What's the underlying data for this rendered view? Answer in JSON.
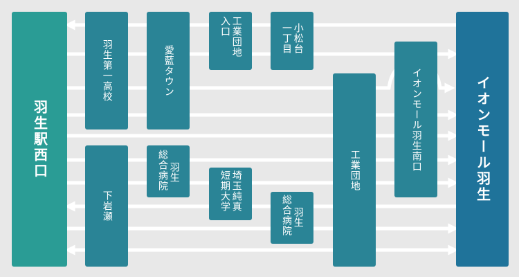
{
  "stops": {
    "hamura_station_west": "羽生駅西口",
    "aeon_mall_hanyu": "イオンモール羽生",
    "hanyu_daiichi_koko": "羽生第一高校",
    "aiai_town": "愛藍タウン",
    "kogyo_danchi_iriguchi_a": "工業団地",
    "kogyo_danchi_iriguchi_b": "入口",
    "komatsudai_a": "小松台",
    "komatsudai_b": "一丁目",
    "shimoiwase": "下岩瀬",
    "sogo_byoin_1_a": "羽生",
    "sogo_byoin_1_b": "総合病院",
    "saitama_junshin_a": "埼玉純真",
    "saitama_junshin_b": "短期大学",
    "sogo_byoin_2_a": "羽生",
    "sogo_byoin_2_b": "総合病院",
    "kogyo_danchi": "工業団地",
    "aeon_mall_south": "イオンモール羽生南口"
  },
  "colors": {
    "terminal_left": "#2a9c95",
    "stop": "#2a8496",
    "terminal_right": "#1f739a",
    "route_line": "#ffffff",
    "background": "#e8e8e8"
  }
}
